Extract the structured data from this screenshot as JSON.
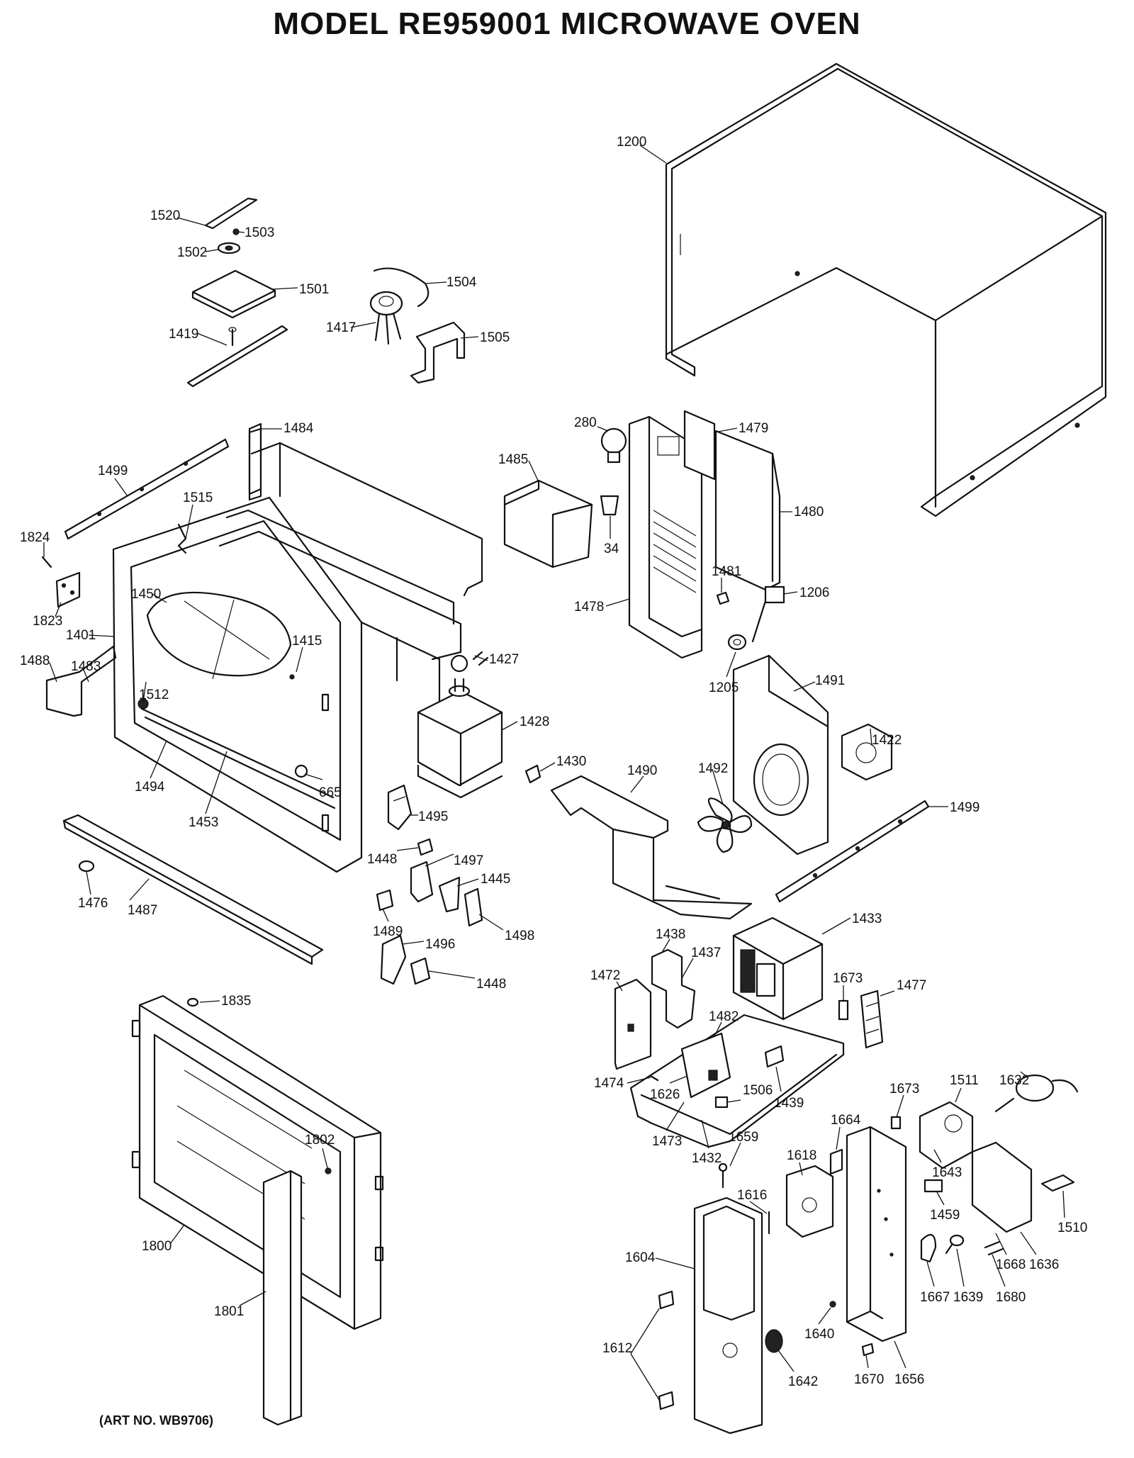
{
  "header": {
    "title": "MODEL RE959001   MICROWAVE OVEN",
    "art_no": "(ART NO. WB9706)"
  },
  "callouts": {
    "c1200": "1200",
    "c1520": "1520",
    "c1503": "1503",
    "c1502": "1502",
    "c1501": "1501",
    "c1504": "1504",
    "c1417": "1417",
    "c1505": "1505",
    "c1419": "1419",
    "c1484": "1484",
    "c1499a": "1499",
    "c1515": "1515",
    "c1824": "1824",
    "c1823": "1823",
    "c1450": "1450",
    "c1401": "1401",
    "c1415": "1415",
    "c1488": "1488",
    "c1483": "1483",
    "c1512": "1512",
    "c1494": "1494",
    "c1453": "1453",
    "c665": "665",
    "c1427": "1427",
    "c1428": "1428",
    "c1495": "1495",
    "c1430": "1430",
    "c280": "280",
    "c1485": "1485",
    "c34": "34",
    "c1479": "1479",
    "c1480": "1480",
    "c1478": "1478",
    "c1481": "1481",
    "c1206": "1206",
    "c1205": "1205",
    "c1491": "1491",
    "c1422": "1422",
    "c1492": "1492",
    "c1490": "1490",
    "c1499b": "1499",
    "c1448a": "1448",
    "c1497": "1497",
    "c1445": "1445",
    "c1489": "1489",
    "c1498": "1498",
    "c1496": "1496",
    "c1448b": "1448",
    "c1476": "1476",
    "c1487": "1487",
    "c1433": "1433",
    "c1438": "1438",
    "c1437": "1437",
    "c1472": "1472",
    "c1673a": "1673",
    "c1477": "1477",
    "c1482": "1482",
    "c1474": "1474",
    "c1626": "1626",
    "c1506": "1506",
    "c1439": "1439",
    "c1473": "1473",
    "c1432": "1432",
    "c1673b": "1673",
    "c1511": "1511",
    "c1632": "1632",
    "c1664": "1664",
    "c1643": "1643",
    "c1659": "1659",
    "c1618": "1618",
    "c1616": "1616",
    "c1459": "1459",
    "c1510": "1510",
    "c1668": "1668",
    "c1636": "1636",
    "c1604": "1604",
    "c1667": "1667",
    "c1639": "1639",
    "c1680": "1680",
    "c1640": "1640",
    "c1612": "1612",
    "c1642": "1642",
    "c1670": "1670",
    "c1656": "1656",
    "c1835": "1835",
    "c1802": "1802",
    "c1800": "1800",
    "c1801": "1801"
  }
}
